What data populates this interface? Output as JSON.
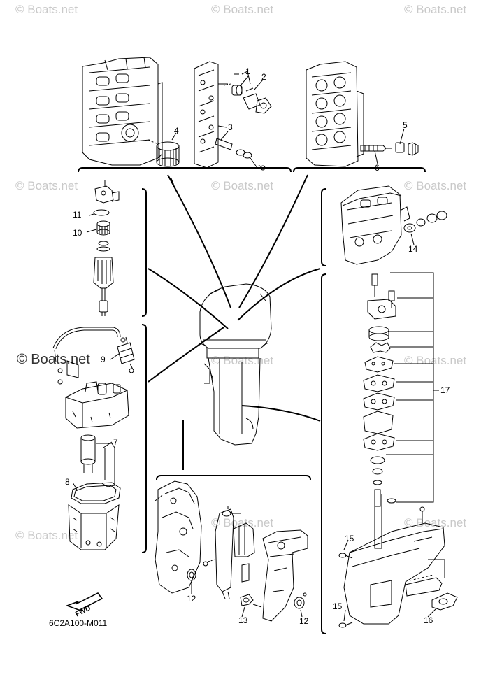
{
  "watermark": "© Boats.net",
  "watermark_strong": "© Boats.net",
  "diagram_code": "6C2A100-M011",
  "fwd_label": "FWD",
  "callouts": [
    "1",
    "2",
    "3",
    "4",
    "5",
    "6",
    "7",
    "8",
    "9",
    "10",
    "11",
    "12",
    "12",
    "13",
    "14",
    "15",
    "15",
    "16",
    "17"
  ]
}
